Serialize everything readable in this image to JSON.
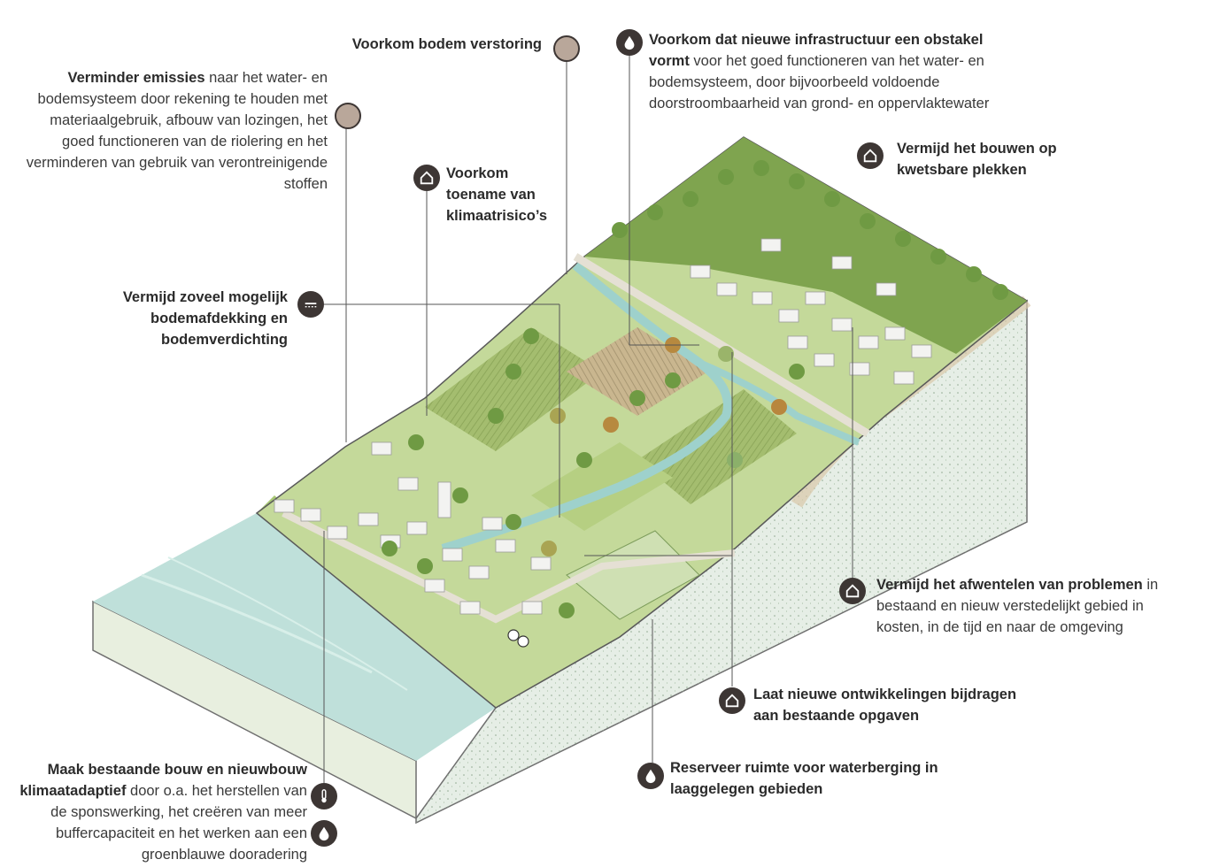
{
  "annotations": [
    {
      "id": "bodem-verstoring",
      "bold": "Voorkom bodem verstoring",
      "rest": "",
      "icon": "soil-icon"
    },
    {
      "id": "emissies",
      "bold": "Verminder emissies",
      "rest": " naar het water- en bodemsysteem door rekening te houden met materiaalgebruik, afbouw van lozingen, het goed functioneren van de riolering en het verminderen van gebruik van verontreinigende stoffen",
      "icon": "soil-icon"
    },
    {
      "id": "infrastructuur",
      "bold": "Voorkom dat nieuwe infrastructuur een obstakel vormt",
      "rest": " voor het goed functioneren van het water- en bodemsysteem, door bijvoorbeeld voldoende doorstroombaarheid van grond- en oppervlaktewater",
      "icon": "water-drop-icon"
    },
    {
      "id": "kwetsbare-plekken",
      "bold": "Vermijd het bouwen op kwetsbare plekken",
      "rest": "",
      "icon": "house-icon"
    },
    {
      "id": "klimaatrisicos",
      "bold": "Voorkom toename van klimaatrisico’s",
      "rest": "",
      "icon": "house-icon"
    },
    {
      "id": "bodemafdekking",
      "bold": "Vermijd zoveel mogelijk bodemafdekking en bodemverdichting",
      "rest": "",
      "icon": "ground-cover-icon"
    },
    {
      "id": "afwentelen",
      "bold": "Vermijd het afwentelen van problemen",
      "rest": " in bestaand en nieuw verstedelijkt gebied in kosten, in de tijd en naar de omgeving",
      "icon": "house-icon"
    },
    {
      "id": "bijdragen",
      "bold": "Laat nieuwe ontwikkelingen bijdragen aan bestaande opgaven",
      "rest": "",
      "icon": "house-icon"
    },
    {
      "id": "waterberging",
      "bold": "Reserveer ruimte voor waterberging in laaggelegen gebieden",
      "rest": "",
      "icon": "water-drop-icon"
    },
    {
      "id": "klimaatadaptief",
      "bold": "Maak bestaande bouw en nieuwbouw klimaatadaptief",
      "rest": " door o.a. het herstellen van de sponswerking, het creëren van meer buffercapaciteit en het werken aan een groenblauwe dooradering",
      "icon": "thermometer-icon"
    }
  ],
  "colors": {
    "icon_bg": "#3d3634",
    "river": "#b9ddd6",
    "grass": "#bcd58f",
    "field": "#a7c47a",
    "forest": "#5f8a3c",
    "soil": "#e9efe6",
    "canal": "#9fd3cf",
    "leader": "#555555"
  }
}
